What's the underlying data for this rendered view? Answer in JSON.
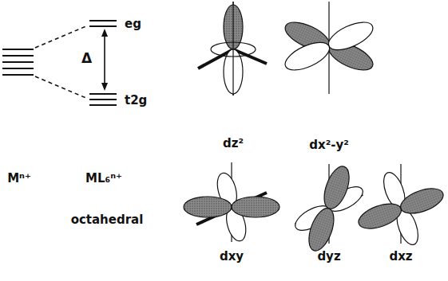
{
  "diagram": {
    "labels": [
      "eg",
      "Δ",
      "t2g",
      "Mⁿ⁺",
      "ML₆ⁿ⁺",
      "octahedral",
      "dz²",
      "dx²-y²",
      "dxy",
      "dyz",
      "dxz"
    ]
  }
}
